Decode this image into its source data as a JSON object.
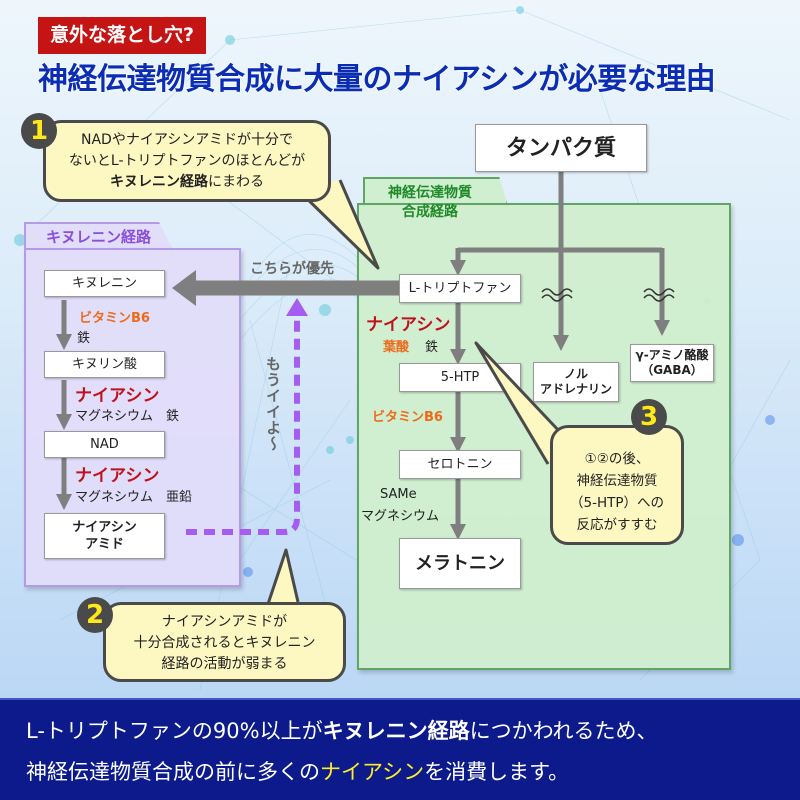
{
  "header": {
    "tag": "意外な落とし穴?",
    "title": "神経伝達物質合成に大量のナイアシンが必要な理由"
  },
  "colors": {
    "tag_bg": "#c41414",
    "title": "#0b2db3",
    "niacin_red": "#c0111c",
    "vitamin_orange": "#ee6a1a",
    "kynurenine_purple": "#8a4fdb",
    "neuro_green": "#1e8a28",
    "banner_bg": "#0c1a8c",
    "banner_highlight": "#ffec2a",
    "callout_bg": "#fdf7c2",
    "badge_number": "#ffe81a"
  },
  "kynurenine_pathway": {
    "title": "キヌレニン経路",
    "nodes": [
      "キヌレニン",
      "キヌリン酸",
      "NAD",
      "ナイアシン\nアミド"
    ],
    "steps": [
      {
        "cofactor_highlight": "ビタミンB6",
        "cofactors": "鉄"
      },
      {
        "cofactor_highlight": "ナイアシン",
        "cofactors": "マグネシウム　鉄"
      },
      {
        "cofactor_highlight": "ナイアシン",
        "cofactors": "マグネシウム　亜鉛"
      }
    ]
  },
  "neuro_pathway": {
    "title_line1": "神経伝達物質",
    "title_line2": "合成経路",
    "source": "タンパク質",
    "nodes": {
      "tryptophan": "L-トリプトファン",
      "htp": "5-HTP",
      "serotonin": "セロトニン",
      "melatonin": "メラトニン",
      "noradrenaline": "ノル\nアドレナリン",
      "gaba": "γ-アミノ酪酸\n（GABA）"
    },
    "step1": {
      "highlight": "ナイアシン",
      "vitamin": "葉酸",
      "cofactors": "鉄"
    },
    "step2": {
      "vitamin": "ビタミンB6"
    },
    "step3": {
      "line1": "SAMe",
      "line2": "マグネシウム"
    },
    "break_symbol": "≈"
  },
  "flow_labels": {
    "priority": "こちらが優先",
    "feedback": "もうイイよ～"
  },
  "callouts": [
    {
      "number": "1",
      "line1": "NADやナイアシンアミドが十分で",
      "line2": "ないとL-トリプトファンのほとんどが",
      "line3_bold": "キヌレニン経路",
      "line3_rest": "にまわる"
    },
    {
      "number": "2",
      "line1": "ナイアシンアミドが",
      "line2": "十分合成されるとキヌレニン",
      "line3": "経路の活動が弱まる"
    },
    {
      "number": "3",
      "line1": "①②の後、",
      "line2": "神経伝達物質",
      "line3": "（5-HTP）への",
      "line4": "反応がすすむ"
    }
  ],
  "banner": {
    "line1_a": "L-トリプトファンの90%以上が",
    "line1_bold": "キヌレニン経路",
    "line1_b": "につかわれるため、",
    "line2_a": "神経伝達物質合成の前に多くの",
    "line2_highlight": "ナイアシン",
    "line2_b": "を消費します。"
  }
}
